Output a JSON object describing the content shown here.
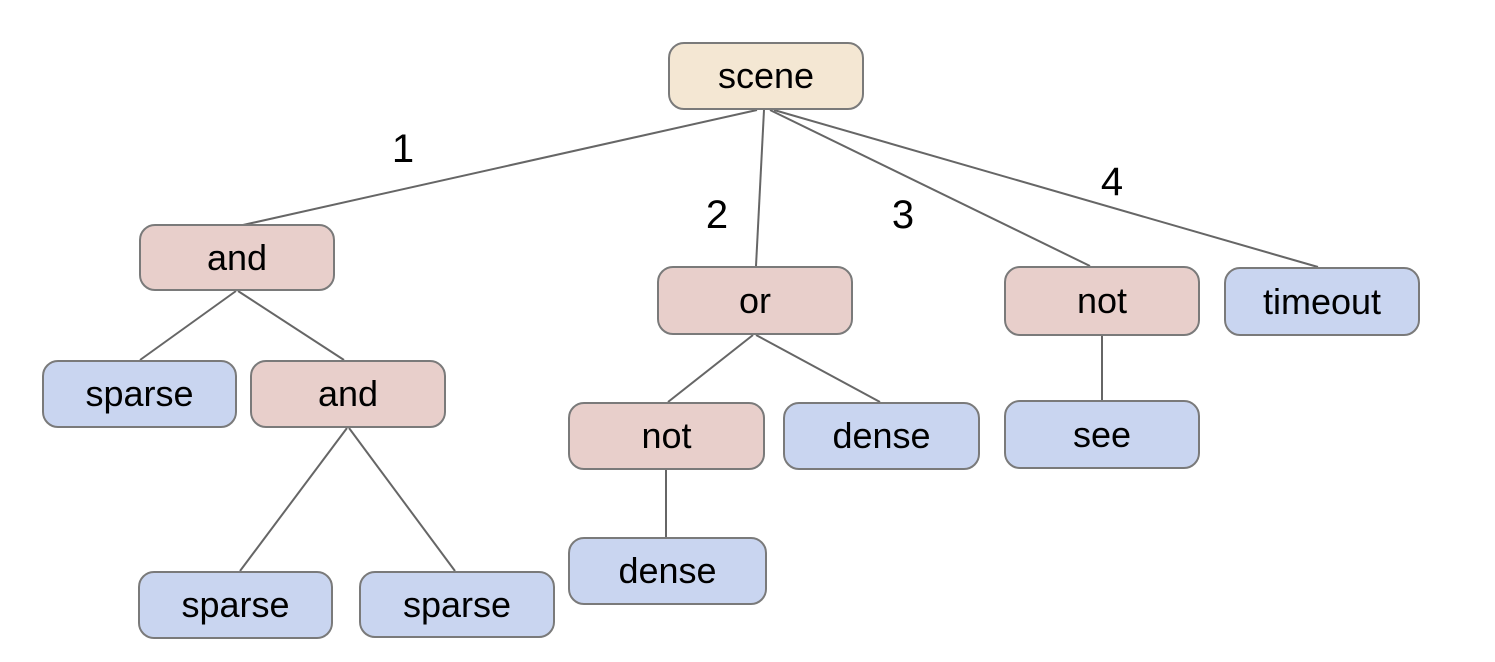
{
  "diagram": {
    "type": "tree",
    "background": "#ffffff",
    "colors": {
      "root_fill": "#f4e7d3",
      "operator_fill": "#e8cfcb",
      "leaf_fill": "#c9d5f0",
      "node_border": "#7a7a7a",
      "edge_line": "#666666",
      "text": "#000000"
    },
    "nodes": [
      {
        "id": "scene",
        "label": "scene",
        "kind": "root"
      },
      {
        "id": "and-1",
        "label": "and",
        "kind": "operator"
      },
      {
        "id": "or-1",
        "label": "or",
        "kind": "operator"
      },
      {
        "id": "not-1",
        "label": "not",
        "kind": "operator"
      },
      {
        "id": "timeout-1",
        "label": "timeout",
        "kind": "leaf"
      },
      {
        "id": "sparse-1",
        "label": "sparse",
        "kind": "leaf"
      },
      {
        "id": "and-2",
        "label": "and",
        "kind": "operator"
      },
      {
        "id": "not-2",
        "label": "not",
        "kind": "operator"
      },
      {
        "id": "dense-1",
        "label": "dense",
        "kind": "leaf"
      },
      {
        "id": "see-1",
        "label": "see",
        "kind": "leaf"
      },
      {
        "id": "sparse-2",
        "label": "sparse",
        "kind": "leaf"
      },
      {
        "id": "sparse-3",
        "label": "sparse",
        "kind": "leaf"
      },
      {
        "id": "dense-2",
        "label": "dense",
        "kind": "leaf"
      }
    ],
    "edges": [
      {
        "from": "scene",
        "to": "and-1",
        "label": "1"
      },
      {
        "from": "scene",
        "to": "or-1",
        "label": "2"
      },
      {
        "from": "scene",
        "to": "not-1",
        "label": "3"
      },
      {
        "from": "scene",
        "to": "timeout-1",
        "label": "4"
      },
      {
        "from": "and-1",
        "to": "sparse-1",
        "label": ""
      },
      {
        "from": "and-1",
        "to": "and-2",
        "label": ""
      },
      {
        "from": "and-2",
        "to": "sparse-2",
        "label": ""
      },
      {
        "from": "and-2",
        "to": "sparse-3",
        "label": ""
      },
      {
        "from": "or-1",
        "to": "not-2",
        "label": ""
      },
      {
        "from": "or-1",
        "to": "dense-1",
        "label": ""
      },
      {
        "from": "not-2",
        "to": "dense-2",
        "label": ""
      },
      {
        "from": "not-1",
        "to": "see-1",
        "label": ""
      }
    ]
  }
}
